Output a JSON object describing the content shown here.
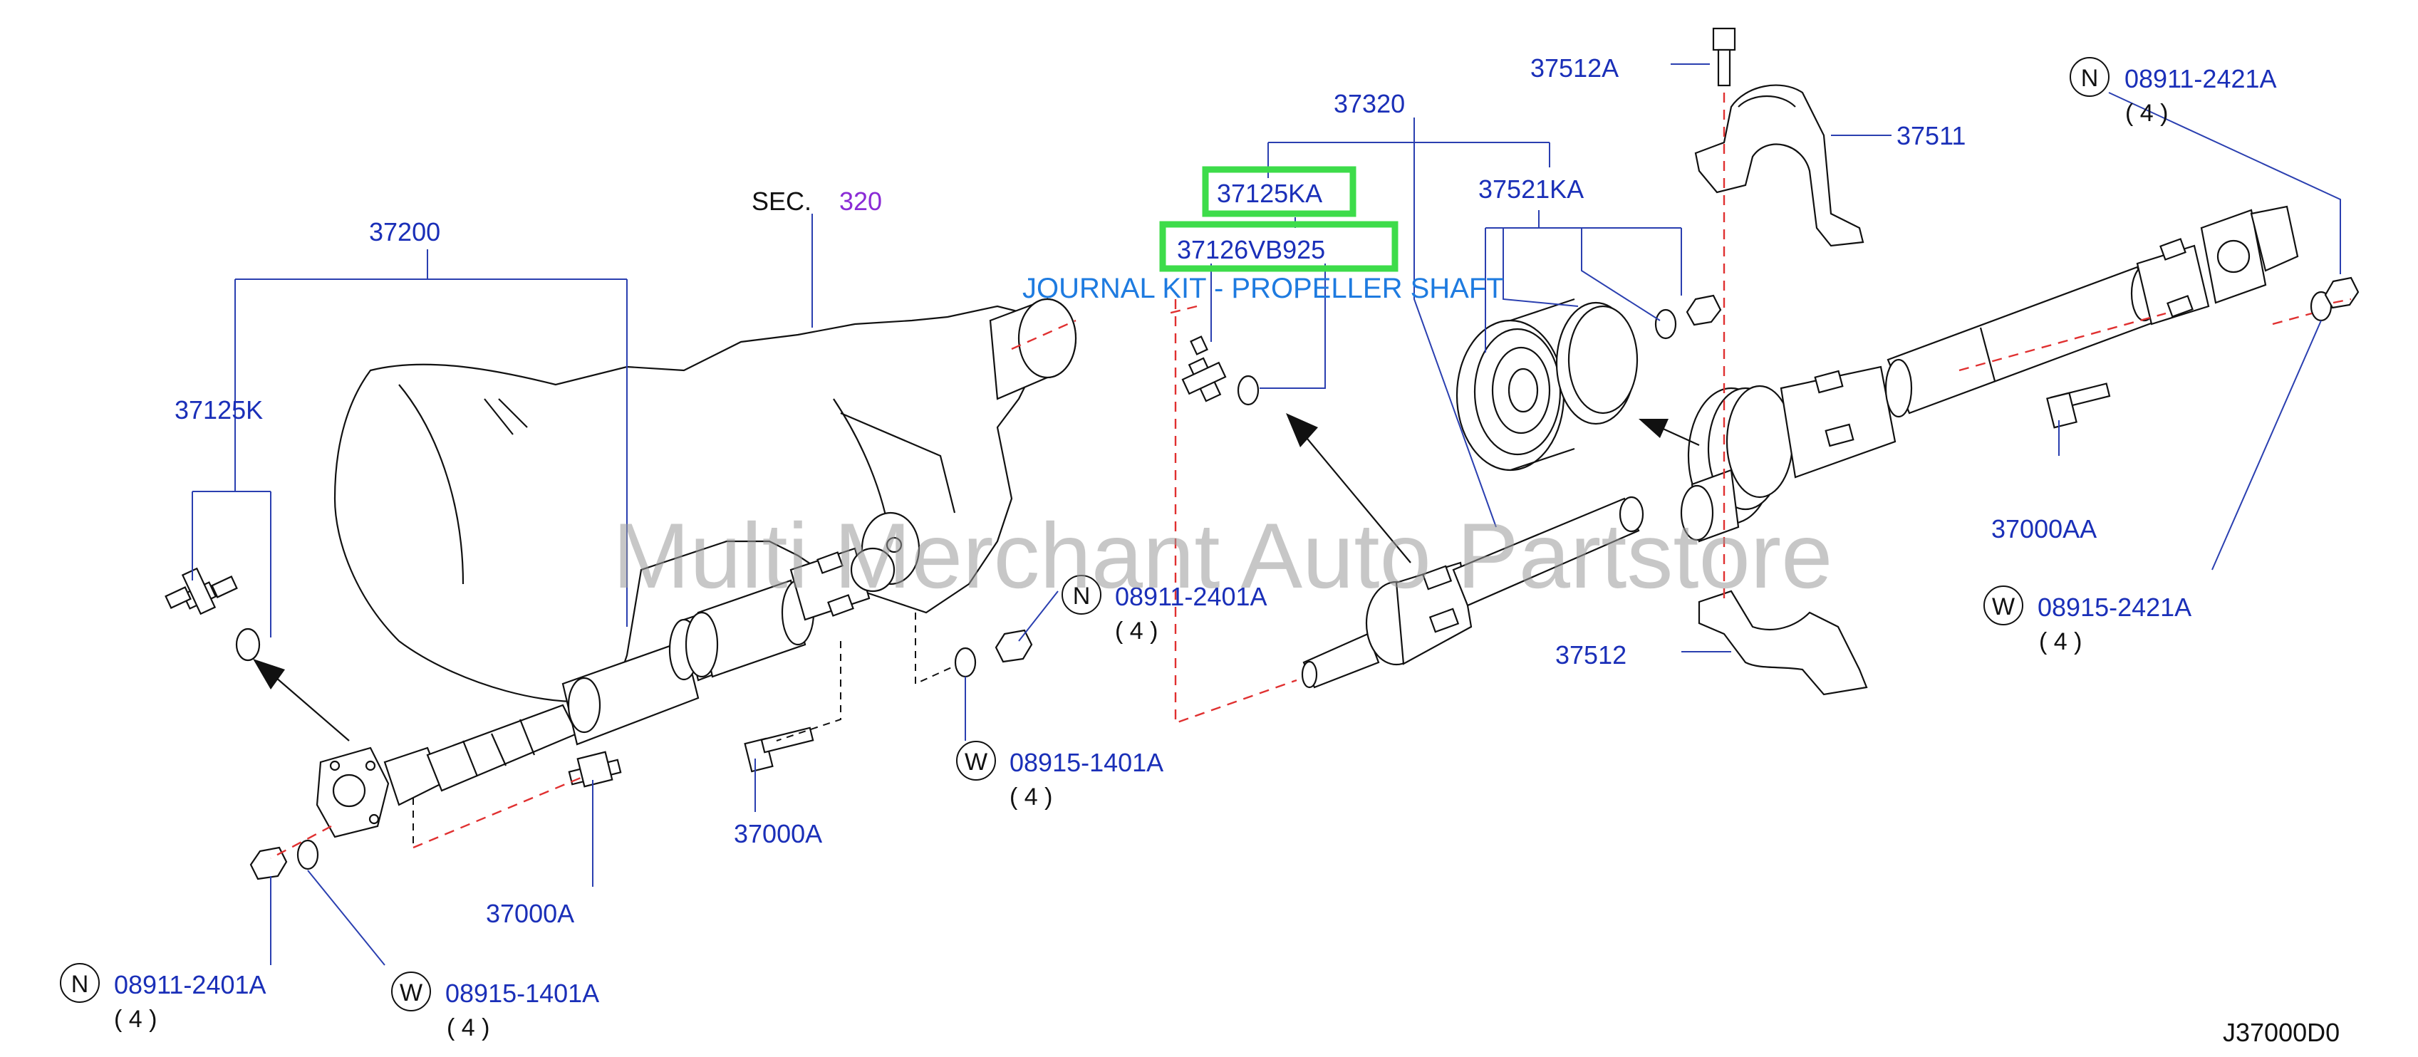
{
  "section": {
    "prefix": "SEC.",
    "number": "320"
  },
  "parts": {
    "p37200": "37200",
    "p37125K": "37125K",
    "p37320": "37320",
    "p37125KA": "37125KA",
    "p37126VB925": "37126VB925",
    "p37521KA": "37521KA",
    "p37512A": "37512A",
    "p37511": "37511",
    "p37512": "37512",
    "p37000A_1": "37000A",
    "p37000A_2": "37000A",
    "p37000AA": "37000AA"
  },
  "fasteners": [
    {
      "letter": "N",
      "part": "08911-2421A",
      "qty": "( 4 )"
    },
    {
      "letter": "N",
      "part": "08911-2401A",
      "qty": "( 4 )"
    },
    {
      "letter": "W",
      "part": "08915-1401A",
      "qty": "( 4 )"
    },
    {
      "letter": "W",
      "part": "08915-2421A",
      "qty": "( 4 )"
    },
    {
      "letter": "N",
      "part": "08911-2401A",
      "qty": "( 4 )"
    },
    {
      "letter": "W",
      "part": "08915-1401A",
      "qty": "( 4 )"
    }
  ],
  "note": "JOURNAL KIT - PROPELLER SHAFT",
  "watermark": "Multi Merchant Auto Partstore",
  "diagram_code": "J37000D0",
  "colors": {
    "label": "#1a2fb8",
    "highlight": "#3ddc4a",
    "dashed": "#e03030",
    "note": "#1e7be0",
    "section": "#8a2bd6"
  }
}
